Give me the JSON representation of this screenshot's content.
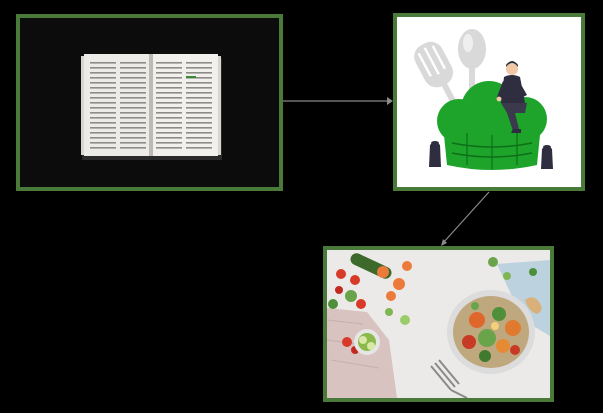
{
  "diagram": {
    "nodes": [
      {
        "id": "book",
        "image": "open-book-photo"
      },
      {
        "id": "chef",
        "image": "chef-hat-illustration"
      },
      {
        "id": "food",
        "image": "salad-bowl-photo"
      }
    ],
    "edges": [
      {
        "from": "book",
        "to": "chef"
      },
      {
        "from": "chef",
        "to": "food"
      }
    ],
    "colors": {
      "background": "#000000",
      "frame": "#4a7a3a",
      "connector": "#8a8a8a",
      "hat_green": "#1ea42a"
    }
  }
}
